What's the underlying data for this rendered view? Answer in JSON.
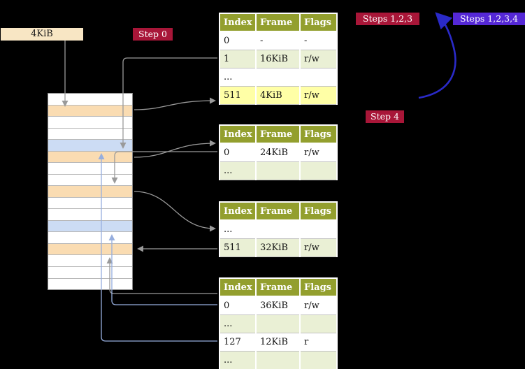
{
  "diagram": {
    "cr3_register": {
      "value": "4KiB"
    },
    "labels": {
      "step0": "Step 0",
      "steps123": "Steps 1,2,3",
      "steps1234": "Steps 1,2,3,4",
      "step4": "Step 4"
    },
    "colors": {
      "badge_red": "#a81638",
      "badge_violet": "#5528d6",
      "table_header_olive": "#939f2e",
      "row_green": "#eaf0d5",
      "row_yellow_highlight": "#ffffa6",
      "frame_wheat": "#fadcb2",
      "frame_blue": "#ccdcf4",
      "connector_gray": "#9a9a9a",
      "connector_light_blue": "#96aede",
      "loop_arrow_blue": "#2a2ac8"
    },
    "physical_memory": {
      "frames": [
        "white",
        "wheat",
        "white",
        "white",
        "blue",
        "wheat",
        "white",
        "white",
        "wheat",
        "white",
        "white",
        "blue",
        "white",
        "wheat",
        "white",
        "white",
        "white"
      ]
    },
    "page_tables": [
      {
        "id": "level-4",
        "headers": [
          "Index",
          "Frame",
          "Flags"
        ],
        "rows": [
          {
            "cells": [
              "0",
              "-",
              "-"
            ],
            "bg": "white"
          },
          {
            "cells": [
              "1",
              "16KiB",
              "r/w"
            ],
            "bg": "green"
          },
          {
            "cells": [
              "...",
              "",
              ""
            ],
            "bg": "white"
          },
          {
            "cells": [
              "511",
              "4KiB",
              "r/w"
            ],
            "bg": "yellow"
          }
        ]
      },
      {
        "id": "level-3",
        "headers": [
          "Index",
          "Frame",
          "Flags"
        ],
        "rows": [
          {
            "cells": [
              "0",
              "24KiB",
              "r/w"
            ],
            "bg": "white"
          },
          {
            "cells": [
              "...",
              "",
              ""
            ],
            "bg": "green"
          }
        ]
      },
      {
        "id": "level-2",
        "headers": [
          "Index",
          "Frame",
          "Flags"
        ],
        "rows": [
          {
            "cells": [
              "...",
              "",
              ""
            ],
            "bg": "white"
          },
          {
            "cells": [
              "511",
              "32KiB",
              "r/w"
            ],
            "bg": "green"
          }
        ]
      },
      {
        "id": "level-1",
        "headers": [
          "Index",
          "Frame",
          "Flags"
        ],
        "rows": [
          {
            "cells": [
              "0",
              "36KiB",
              "r/w"
            ],
            "bg": "white"
          },
          {
            "cells": [
              "...",
              "",
              ""
            ],
            "bg": "green"
          },
          {
            "cells": [
              "127",
              "12KiB",
              "r"
            ],
            "bg": "white"
          },
          {
            "cells": [
              "...",
              "",
              ""
            ],
            "bg": "green"
          }
        ]
      }
    ]
  }
}
